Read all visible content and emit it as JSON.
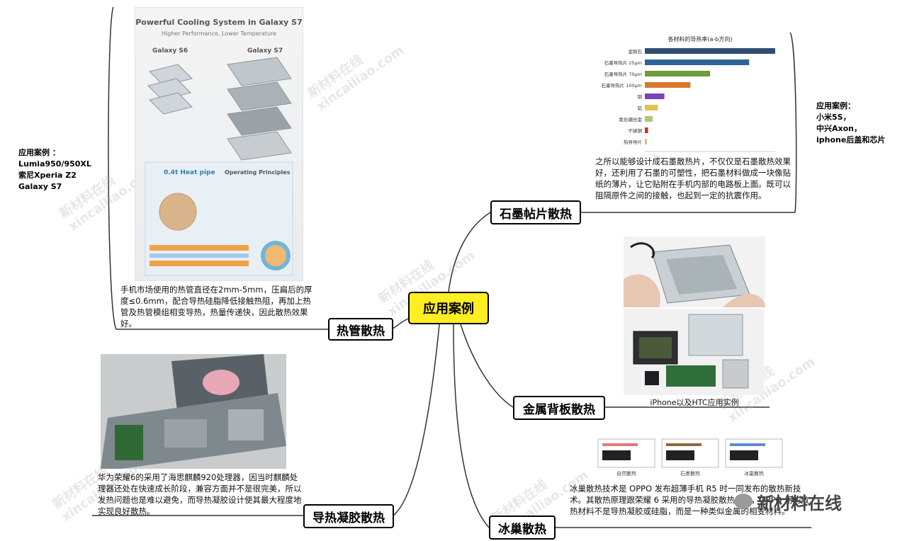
{
  "center": {
    "label": "应用案例"
  },
  "branches": {
    "graphite": "石墨帖片散热",
    "heatpipe": "热管散热",
    "metal": "金属背板散热",
    "gel": "导热凝胶散热",
    "vapor": "冰巢散热"
  },
  "notes": {
    "heatpipe": "手机市场使用的热管直径在2mm-5mm，压扁后的厚度≤0.6mm，配合导热硅脂降低接触热阻，再加上热管及热管模组相变导热，热量传递快，因此散热效果好。",
    "graphite": "之所以能够设计成石墨散热片，不仅仅是石墨散热效果好，还利用了石墨的可塑性，把石墨材料做成一块像贴纸的薄片，让它贴附在手机内部的电路板上面。既可以阻隔原件之间的接触，也起到一定的抗震作用。",
    "gel": "华为荣耀6的采用了海思麒麟920处理器，因当时麒麟处理器还处在快速成长阶段，兼容方面并不是很完美，所以发热问题也是难以避免，而导热凝胶设计使其最大程度地实现良好散热。",
    "vapor": "冰巢散热技术是 OPPO 发布超薄手机 R5 时一同发布的散热新技术。其散热原理跟荣耀 6 采用的导热凝胶散热相似，OPPO 用的散热材料不是导热凝胶或硅脂，而是一种类似金属的相变材料。",
    "metal_caption": "iPhone以及HTC应用实例"
  },
  "cases": {
    "left": [
      "应用案例 ：",
      "Lumia950/950XL",
      "索尼Xperia Z2",
      "Galaxy S7"
    ],
    "right": [
      "应用案例：",
      "小米5S，",
      "中兴Axon，",
      "iphone后盖和芯片"
    ]
  },
  "galaxy_figure": {
    "title": "Powerful Cooling System in Galaxy S7",
    "subtitle": "Higher Performance, Lower Temperature",
    "left_label": "Galaxy S6",
    "right_label": "Galaxy S7",
    "heatpipe_title": "0.4t Heat pipe",
    "principles_title": "Operating Principles"
  },
  "chart_data": {
    "type": "bar",
    "title": "各材料的导热率(a-b方向)",
    "categories": [
      "金刚石",
      "石墨导热片 25μm",
      "石墨导热片 70μm",
      "石墨导热片 100μm",
      "铜",
      "铝",
      "氮化硼合金",
      "不锈钢",
      "热导导片"
    ],
    "values": [
      2000,
      1600,
      1000,
      700,
      300,
      200,
      120,
      50,
      30
    ],
    "colors": [
      "#2f4e72",
      "#2f6396",
      "#6f9a3d",
      "#d9772a",
      "#7a44b8",
      "#e0c24a",
      "#a9c97a",
      "#c0392b",
      "#d9c06a"
    ],
    "xlim": [
      0,
      2000
    ],
    "ticks": [
      0,
      200,
      400,
      600,
      800,
      1000,
      1200,
      1400,
      1600,
      1800,
      2000
    ]
  },
  "vapor_figure": {
    "panels": [
      "自然散热",
      "石墨散热",
      "冰巢散热"
    ]
  },
  "watermark": {
    "cn": "新材料在线",
    "en": "xincailiao.com"
  },
  "brand": "新材料在线"
}
